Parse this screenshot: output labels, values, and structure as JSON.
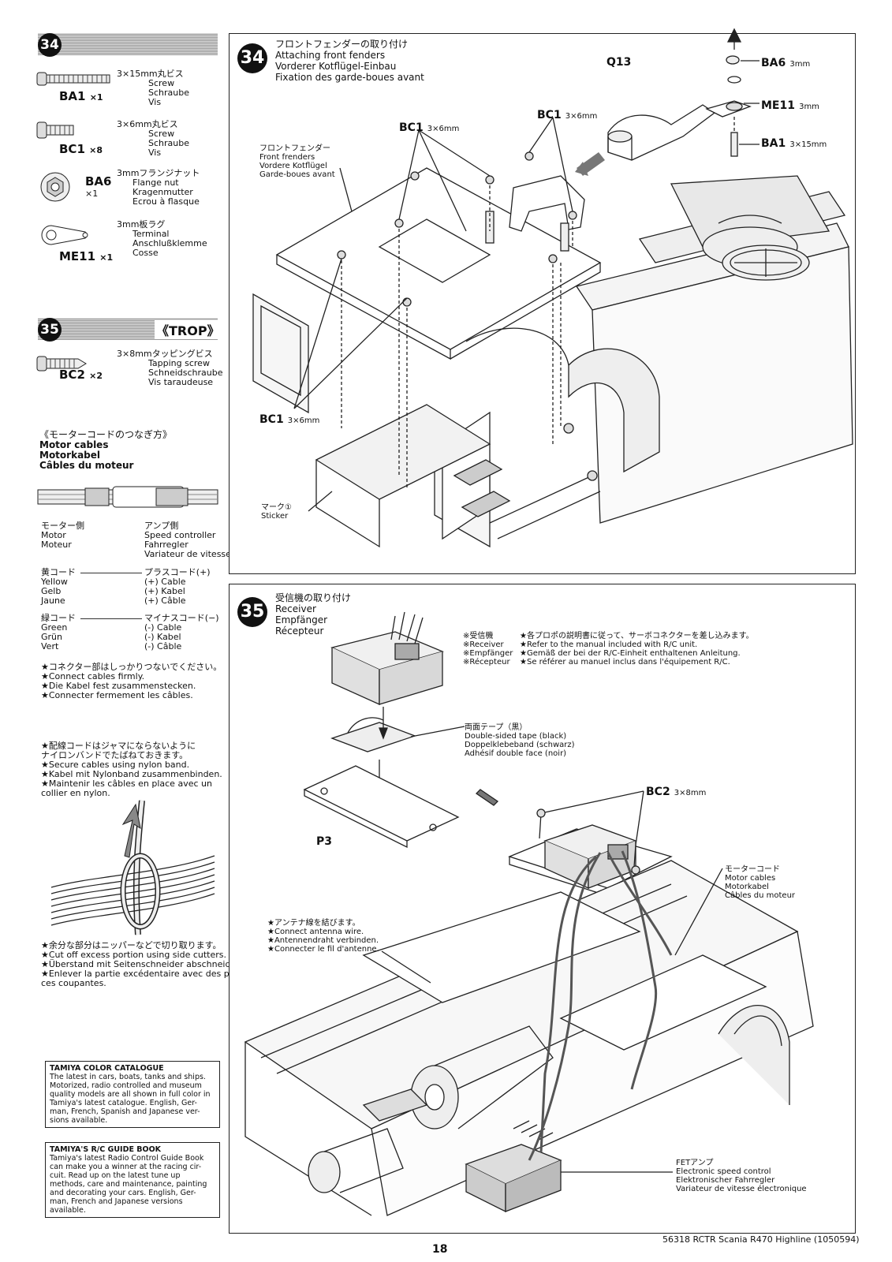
{
  "left": {
    "step34": {
      "number": "34",
      "parts": [
        {
          "code": "BA1",
          "qty": "×1",
          "lines": [
            "3×15mm丸ビス",
            "Screw",
            "Schraube",
            "Vis"
          ]
        },
        {
          "code": "BC1",
          "qty": "×8",
          "lines": [
            "3×6mm丸ビス",
            "Screw",
            "Schraube",
            "Vis"
          ]
        },
        {
          "code": "BA6",
          "qty": "×1",
          "lines": [
            "3mmフランジナット",
            "Flange nut",
            "Kragenmutter",
            "Ecrou à flasque"
          ]
        },
        {
          "code": "ME11",
          "qty": "×1",
          "lines": [
            "3mm板ラグ",
            "Terminal",
            "Anschlußklemme",
            "Cosse"
          ]
        }
      ]
    },
    "step35": {
      "number": "35",
      "trop": "《TROP》",
      "part": {
        "code": "BC2",
        "qty": "×2",
        "lines": [
          "3×8mmタッピングビス",
          "Tapping screw",
          "Schneidschraube",
          "Vis taraudeuse"
        ]
      }
    },
    "motor": {
      "heading": [
        "《モーターコードのつなぎ方》",
        "Motor cables",
        "Motorkabel",
        "Câbles du moteur"
      ],
      "left_side": [
        "モーター側",
        "Motor",
        "Moteur"
      ],
      "right_side": [
        "アンプ側",
        "Speed controller",
        "Fahrregler",
        "Variateur de vitesse"
      ],
      "yellow": [
        "黄コード",
        "Yellow",
        "Gelb",
        "Jaune"
      ],
      "plus": [
        "プラスコード(+)",
        "(+) Cable",
        "(+) Kabel",
        "(+) Câble"
      ],
      "green": [
        "緑コード",
        "Green",
        "Grün",
        "Vert"
      ],
      "minus": [
        "マイナスコード(−)",
        "(-) Cable",
        "(-) Kabel",
        "(-) Câble"
      ],
      "firm": [
        "★コネクター部はしっかりつないでください。",
        "★Connect cables firmly.",
        "★Die Kabel fest zusammenstecken.",
        "★Connecter fermement les câbles."
      ]
    },
    "nylon": [
      "★配線コードはジャマにならないように",
      "ナイロンバンドでたばねておきます。",
      "★Secure cables using nylon band.",
      "★Kabel mit Nylonband zusammenbinden.",
      "★Maintenir les câbles en place avec un",
      "collier en nylon."
    ],
    "cut": [
      "★余分な部分はニッパーなどで切り取ります。",
      "★Cut off excess portion using side cutters.",
      "★Überstand mit Seitenschneider abschneiden.",
      "★Enlever la partie excédentaire avec des pin-",
      "ces coupantes."
    ],
    "catalogue": {
      "title": "TAMIYA COLOR CATALOGUE",
      "lines": [
        "The latest in cars, boats, tanks and ships.",
        "Motorized, radio controlled and museum",
        "quality models are all shown in full color in",
        "Tamiya's latest catalogue. English, Ger-",
        "man, French, Spanish and Japanese ver-",
        "sions available."
      ]
    },
    "guide": {
      "title": "TAMIYA'S R/C GUIDE BOOK",
      "lines": [
        "Tamiya's latest Radio Control Guide Book",
        "can make you a winner at the racing cir-",
        "cuit. Read up on the latest tune up",
        "methods, care and maintenance, painting",
        "and decorating your cars. English, Ger-",
        "man, French and Japanese versions",
        "available."
      ]
    }
  },
  "panel34": {
    "number": "34",
    "title": [
      "フロントフェンダーの取り付け",
      "Attaching front fenders",
      "Vorderer Kotflügel-Einbau",
      "Fixation des garde-boues avant"
    ],
    "q13": "Q13",
    "ba6": {
      "code": "BA6",
      "size": "3mm"
    },
    "me11": {
      "code": "ME11",
      "size": "3mm"
    },
    "ba1": {
      "code": "BA1",
      "size": "3×15mm"
    },
    "bc1_a": {
      "code": "BC1",
      "size": "3×6mm"
    },
    "bc1_b": {
      "code": "BC1",
      "size": "3×6mm"
    },
    "bc1_c": {
      "code": "BC1",
      "size": "3×6mm"
    },
    "fender": [
      "フロントフェンダー",
      "Front frenders",
      "Vordere Kotflügel",
      "Garde-boues avant"
    ],
    "sticker": [
      "マーク①",
      "Sticker"
    ]
  },
  "panel35": {
    "number": "35",
    "title": [
      "受信機の取り付け",
      "Receiver",
      "Empfänger",
      "Récepteur"
    ],
    "refer_left": [
      "※受信機",
      "※Receiver",
      "※Empfänger",
      "※Récepteur"
    ],
    "refer_right": [
      "★各プロポの説明書に従って、サーボコネクターを差し込みます。",
      "★Refer to the manual included with R/C unit.",
      "★Gemäß der bei der R/C-Einheit enthaltenen Anleitung.",
      "★Se référer au manuel inclus dans l'équipement R/C."
    ],
    "tape": [
      "両面テープ（黒）",
      "Double-sided tape (black)",
      "Doppelklebeband (schwarz)",
      "Adhésif double face (noir)"
    ],
    "p3": "P3",
    "bc2": {
      "code": "BC2",
      "size": "3×8mm"
    },
    "motor": [
      "モーターコード",
      "Motor cables",
      "Motorkabel",
      "Câbles du moteur"
    ],
    "antenna": [
      "★アンテナ線を結びます。",
      "★Connect antenna wire.",
      "★Antennendraht verbinden.",
      "★Connecter le fil d'antenne."
    ],
    "fet": [
      "FETアンプ",
      "Electronic speed control",
      "Elektronischer Fahrregler",
      "Variateur de vitesse électronique"
    ]
  },
  "footer": {
    "page": "18",
    "code": "56318 RCTR Scania R470 Highline (1050594)"
  }
}
